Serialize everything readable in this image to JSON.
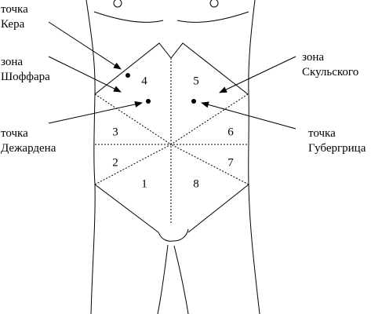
{
  "colors": {
    "ink": "#000000",
    "background": "#ffffff"
  },
  "labels": {
    "ker": {
      "line1": "точка",
      "line2": "Кера"
    },
    "shoffar": {
      "line1": "зона",
      "line2": "Шоффара"
    },
    "desjardins": {
      "line1": "точка",
      "line2": "Дежардена"
    },
    "skulsky": {
      "line1": "зона",
      "line2": "Скульского"
    },
    "gubergrits": {
      "line1": "точка",
      "line2": "Губергрица"
    }
  },
  "segments": [
    "1",
    "2",
    "3",
    "4",
    "5",
    "6",
    "7",
    "8"
  ]
}
